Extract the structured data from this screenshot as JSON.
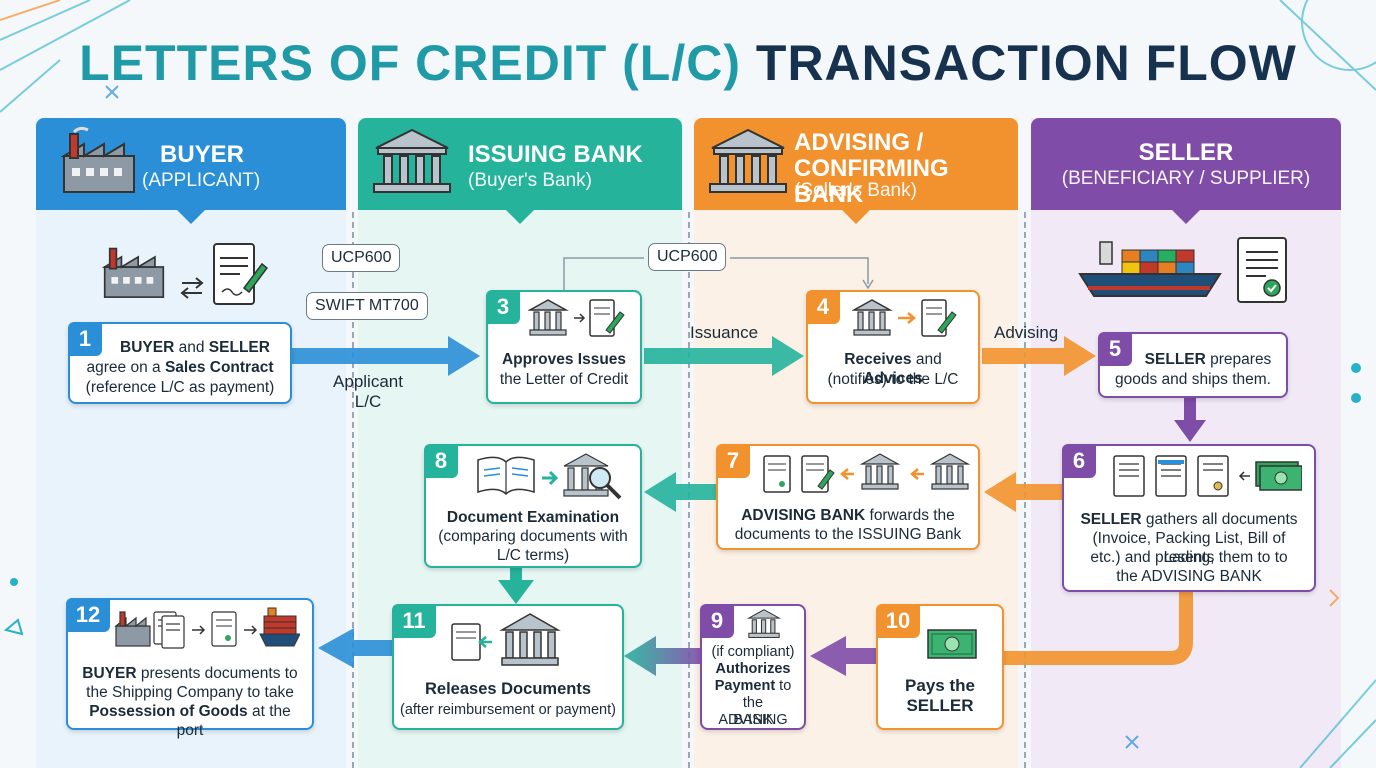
{
  "title": {
    "part1": "LETTERS OF CREDIT (L/C)",
    "part2": "TRANSACTION FLOW"
  },
  "colors": {
    "buyer": "#2a8fd6",
    "issuing": "#25b39c",
    "advising": "#f2922e",
    "seller": "#7f4ca8",
    "title_teal": "#1f9aa6",
    "title_navy": "#16324f"
  },
  "lanes": [
    {
      "title": "BUYER",
      "subtitle": "(APPLICANT)",
      "icon": "factory-icon"
    },
    {
      "title": "ISSUING BANK",
      "subtitle": "(Buyer's Bank)",
      "icon": "bank-icon"
    },
    {
      "title": "ADVISING /",
      "title2": "CONFIRMING BANK",
      "subtitle": "(Seller's Bank)",
      "icon": "bank-icon"
    },
    {
      "title": "SELLER",
      "subtitle": "(BENEFICIARY / SUPPLIER)",
      "icon": "ship-icon"
    }
  ],
  "tags": {
    "ucp_left": "UCP600",
    "swift": "SWIFT MT700",
    "ucp_top": "UCP600"
  },
  "labels": {
    "applicant_1": "Applicant",
    "applicant_2": "L/C",
    "issuance": "Issuance",
    "advising": "Advising"
  },
  "steps": {
    "s1": {
      "num": "1",
      "l1a": "BUYER",
      "l1b": " and ",
      "l1c": "SELLER",
      "l2a": "agree on a ",
      "l2b": "Sales Contract",
      "l3": "(reference L/C as payment)"
    },
    "s3": {
      "num": "3",
      "l1": "Approves Issues",
      "l2": "the Letter of Credit"
    },
    "s4": {
      "num": "4",
      "l1a": "Receives",
      "l1b": " and ",
      "l1c": "Advices",
      "l2": "(notifies) to the L/C"
    },
    "s5": {
      "num": "5",
      "l1a": "SELLER",
      "l1b": " prepares",
      "l2": "goods and ships them."
    },
    "s6": {
      "num": "6",
      "l1a": "SELLER",
      "l1b": " gathers all documents",
      "l2": "(Invoice, Packing List, Bill of Lading,",
      "l3": "etc.) and presents them to to",
      "l4": "the ADVISING BANK"
    },
    "s7": {
      "num": "7",
      "l1a": "ADVISING BANK",
      "l1b": " forwards the",
      "l2": "documents to the ISSUING Bank"
    },
    "s8": {
      "num": "8",
      "l1": "Document Examination",
      "l2": "(comparing documents with",
      "l3": "L/C terms)"
    },
    "s9": {
      "num": "9",
      "l1": "(if compliant)",
      "l2": "Authorizes",
      "l3a": "Payment",
      "l3b": " to",
      "l4": "the ADVISING",
      "l5": "BANK"
    },
    "s10": {
      "num": "10",
      "l1": "Pays the",
      "l2": "SELLER"
    },
    "s11": {
      "num": "11",
      "l1": "Releases Documents",
      "l2": "(after reimbursement or payment)"
    },
    "s12": {
      "num": "12",
      "l1a": "BUYER",
      "l1b": " presents documents to",
      "l2": "the Shipping Company to take",
      "l3a": "Possession of Goods",
      "l3b": " at the port"
    }
  }
}
